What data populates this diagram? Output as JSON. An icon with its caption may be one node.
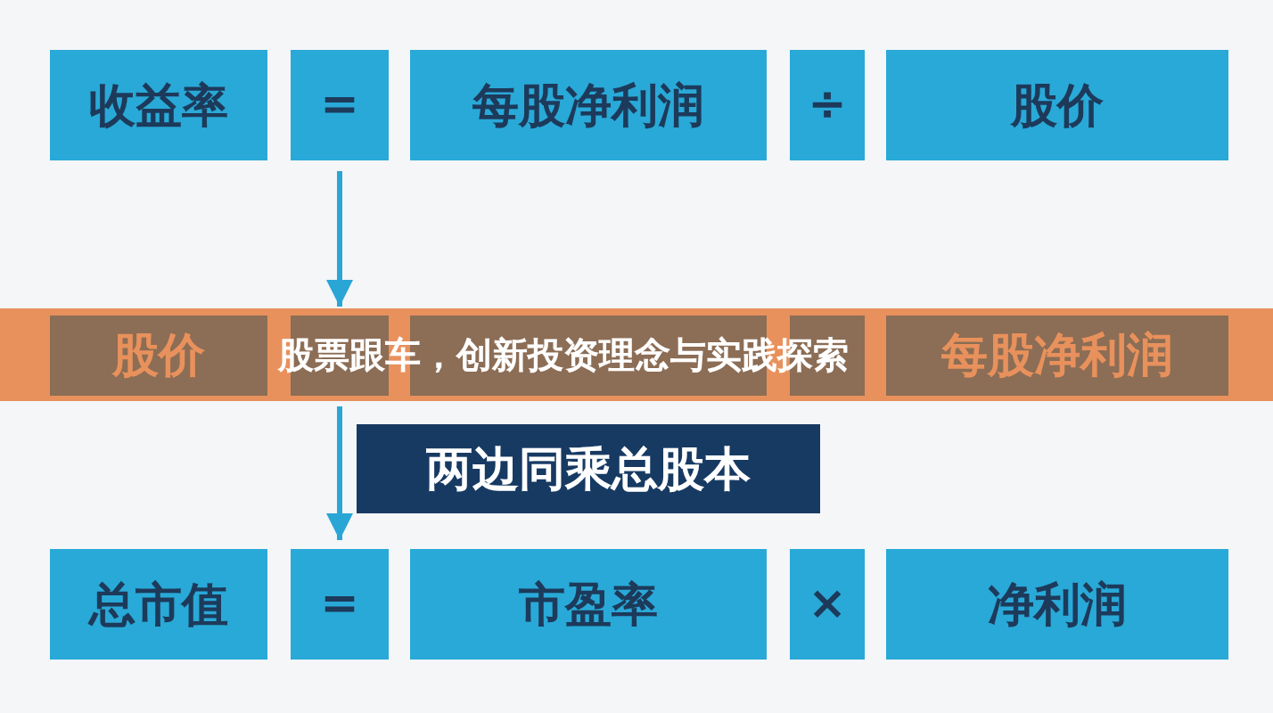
{
  "diagram": {
    "nodes": [
      {
        "text": [
          "收益率"
        ]
      },
      {
        "text": [
          "="
        ]
      },
      {
        "text": [
          "每股净利润"
        ]
      },
      {
        "text": [
          "÷"
        ]
      },
      {
        "text": [
          "股价"
        ]
      },
      {
        "text": [
          "股价"
        ]
      },
      {
        "text": [],
        "shape": "box"
      },
      {
        "text": [],
        "shape": "box"
      },
      {
        "text": [],
        "shape": "box"
      },
      {
        "text": [
          "每股净利润"
        ]
      },
      {
        "text": [
          "两边同乘总股本"
        ]
      },
      {
        "text": [
          "总市值"
        ]
      },
      {
        "text": [
          "="
        ]
      },
      {
        "text": [
          "市盈率"
        ]
      },
      {
        "text": [
          "×"
        ]
      },
      {
        "text": [
          "净利润"
        ]
      }
    ],
    "edges": [
      {
        "from": 1,
        "to": 6,
        "arrow": "to"
      },
      {
        "from": 6,
        "to": 12,
        "arrow": "to"
      }
    ],
    "labels": [
      "股票跟车，创新投资理念与实践探索"
    ]
  }
}
